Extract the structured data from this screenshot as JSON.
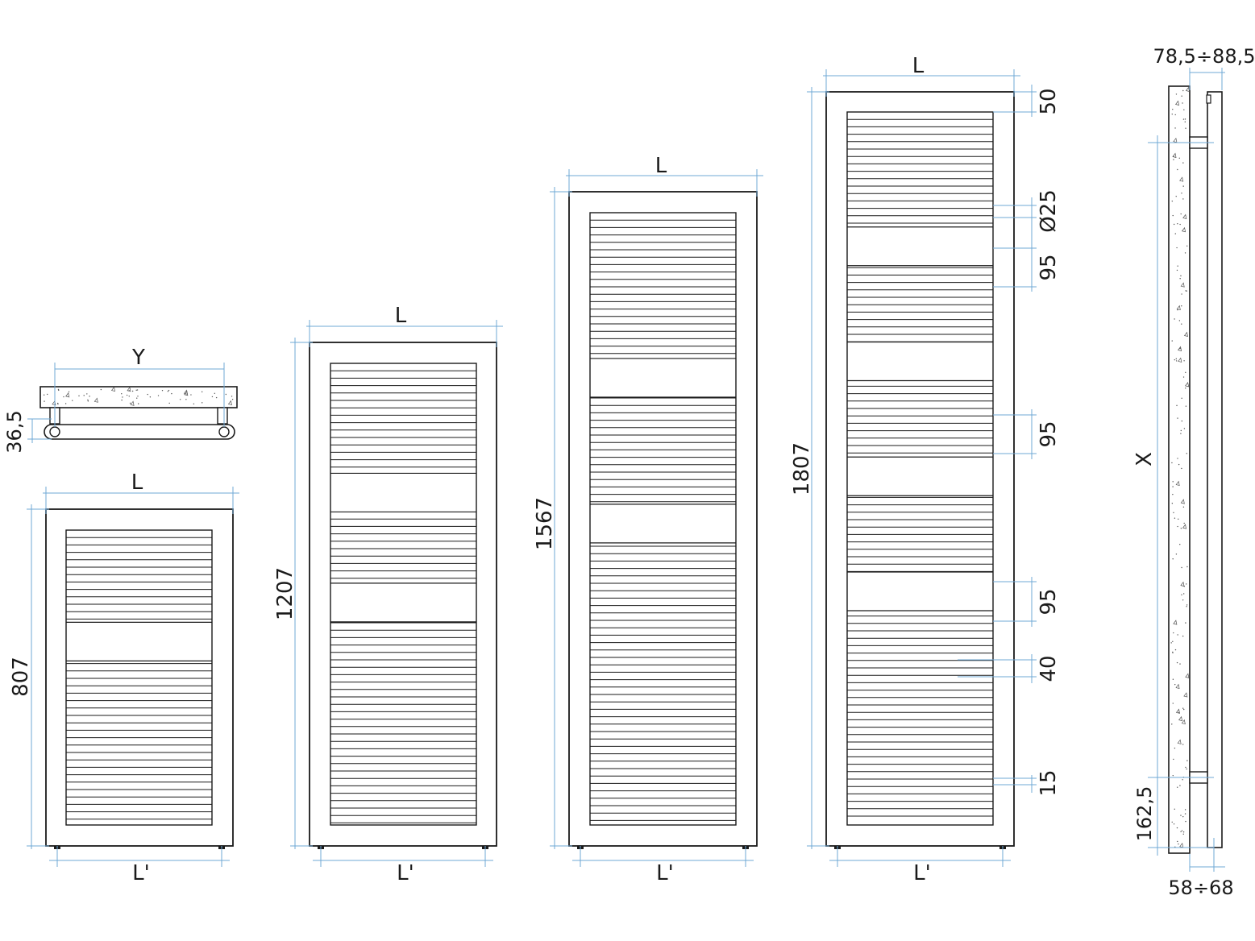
{
  "colors": {
    "outline": "#1a1a1a",
    "dimension": "#6fa8d6",
    "stone_speckle": "#555555"
  },
  "labels": {
    "width": "L",
    "bar_spacing": "L'",
    "top_depth": "Y",
    "top_offset": "36,5",
    "height_small": "807",
    "height_1207": "1207",
    "height_1567": "1567",
    "height_1807": "1807",
    "top_margin": "50",
    "tube_diameter": "Ø25",
    "gap_a": "95",
    "gap_b": "95",
    "gap_c": "95",
    "gap_40": "40",
    "gap_15": "15",
    "side_depth": "78,5÷88,5",
    "side_bracket": "58÷68",
    "side_height": "X",
    "side_bottom": "162,5"
  }
}
